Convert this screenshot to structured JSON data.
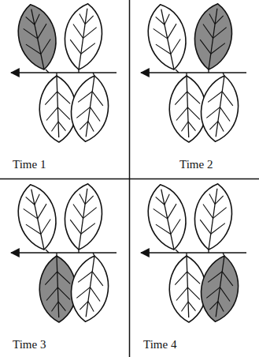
{
  "diagram": {
    "labels": [
      "Time 1",
      "Time 2",
      "Time 3",
      "Time 4"
    ]
  }
}
